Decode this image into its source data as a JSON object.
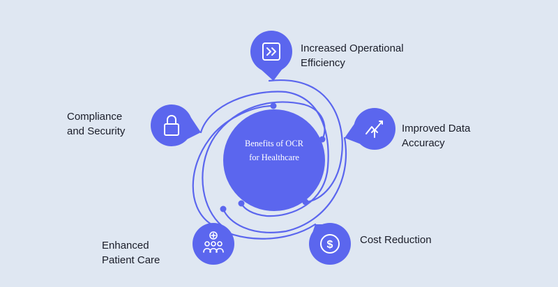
{
  "diagram": {
    "center": {
      "line1": "Benefits of OCR",
      "line2": "for Healthcare"
    },
    "benefits": [
      {
        "id": "efficiency",
        "line1": "Increased Operational",
        "line2": "Efficiency",
        "icon": "fast-forward-icon"
      },
      {
        "id": "accuracy",
        "line1": "Improved Data",
        "line2": "Accuracy",
        "icon": "trend-up-arrow-icon"
      },
      {
        "id": "cost",
        "line1": "Cost Reduction",
        "line2": "",
        "icon": "dollar-coin-icon"
      },
      {
        "id": "care",
        "line1": "Enhanced",
        "line2": "Patient Care",
        "icon": "patient-group-icon"
      },
      {
        "id": "security",
        "line1": "Compliance",
        "line2": "and Security",
        "icon": "padlock-icon"
      }
    ],
    "colors": {
      "accent": "#5b66ee",
      "background": "#dfe7f2",
      "text": "#1a1d29"
    }
  }
}
